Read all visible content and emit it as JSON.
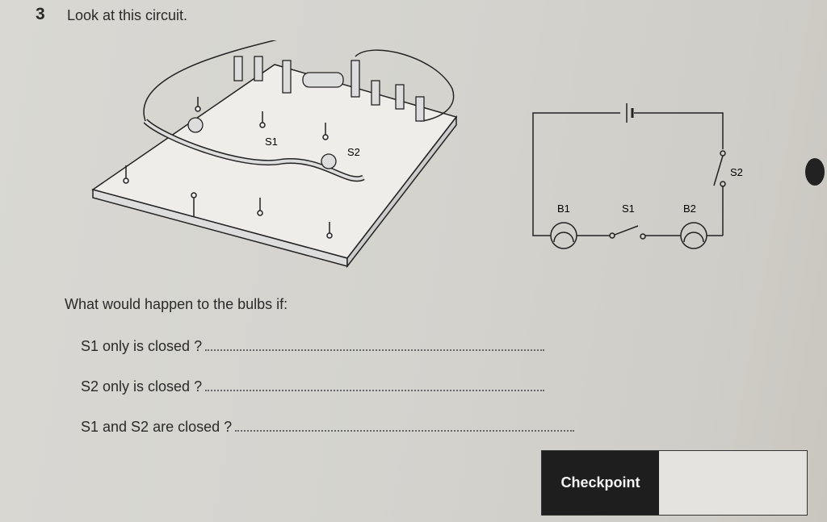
{
  "question": {
    "number": "3",
    "intro": "Look at this circuit.",
    "prompt": "What would happen to the bulbs if:",
    "items": [
      {
        "label": "S1 only is closed ?"
      },
      {
        "label": "S2 only is closed ?"
      },
      {
        "label": "S1 and S2 are closed ?"
      }
    ]
  },
  "illustration": {
    "labels": [
      "S1",
      "S2"
    ]
  },
  "schematic": {
    "labels": {
      "b1": "B1",
      "s1": "S1",
      "b2": "B2",
      "s2": "S2"
    }
  },
  "checkpoint": {
    "label": "Checkpoint"
  }
}
